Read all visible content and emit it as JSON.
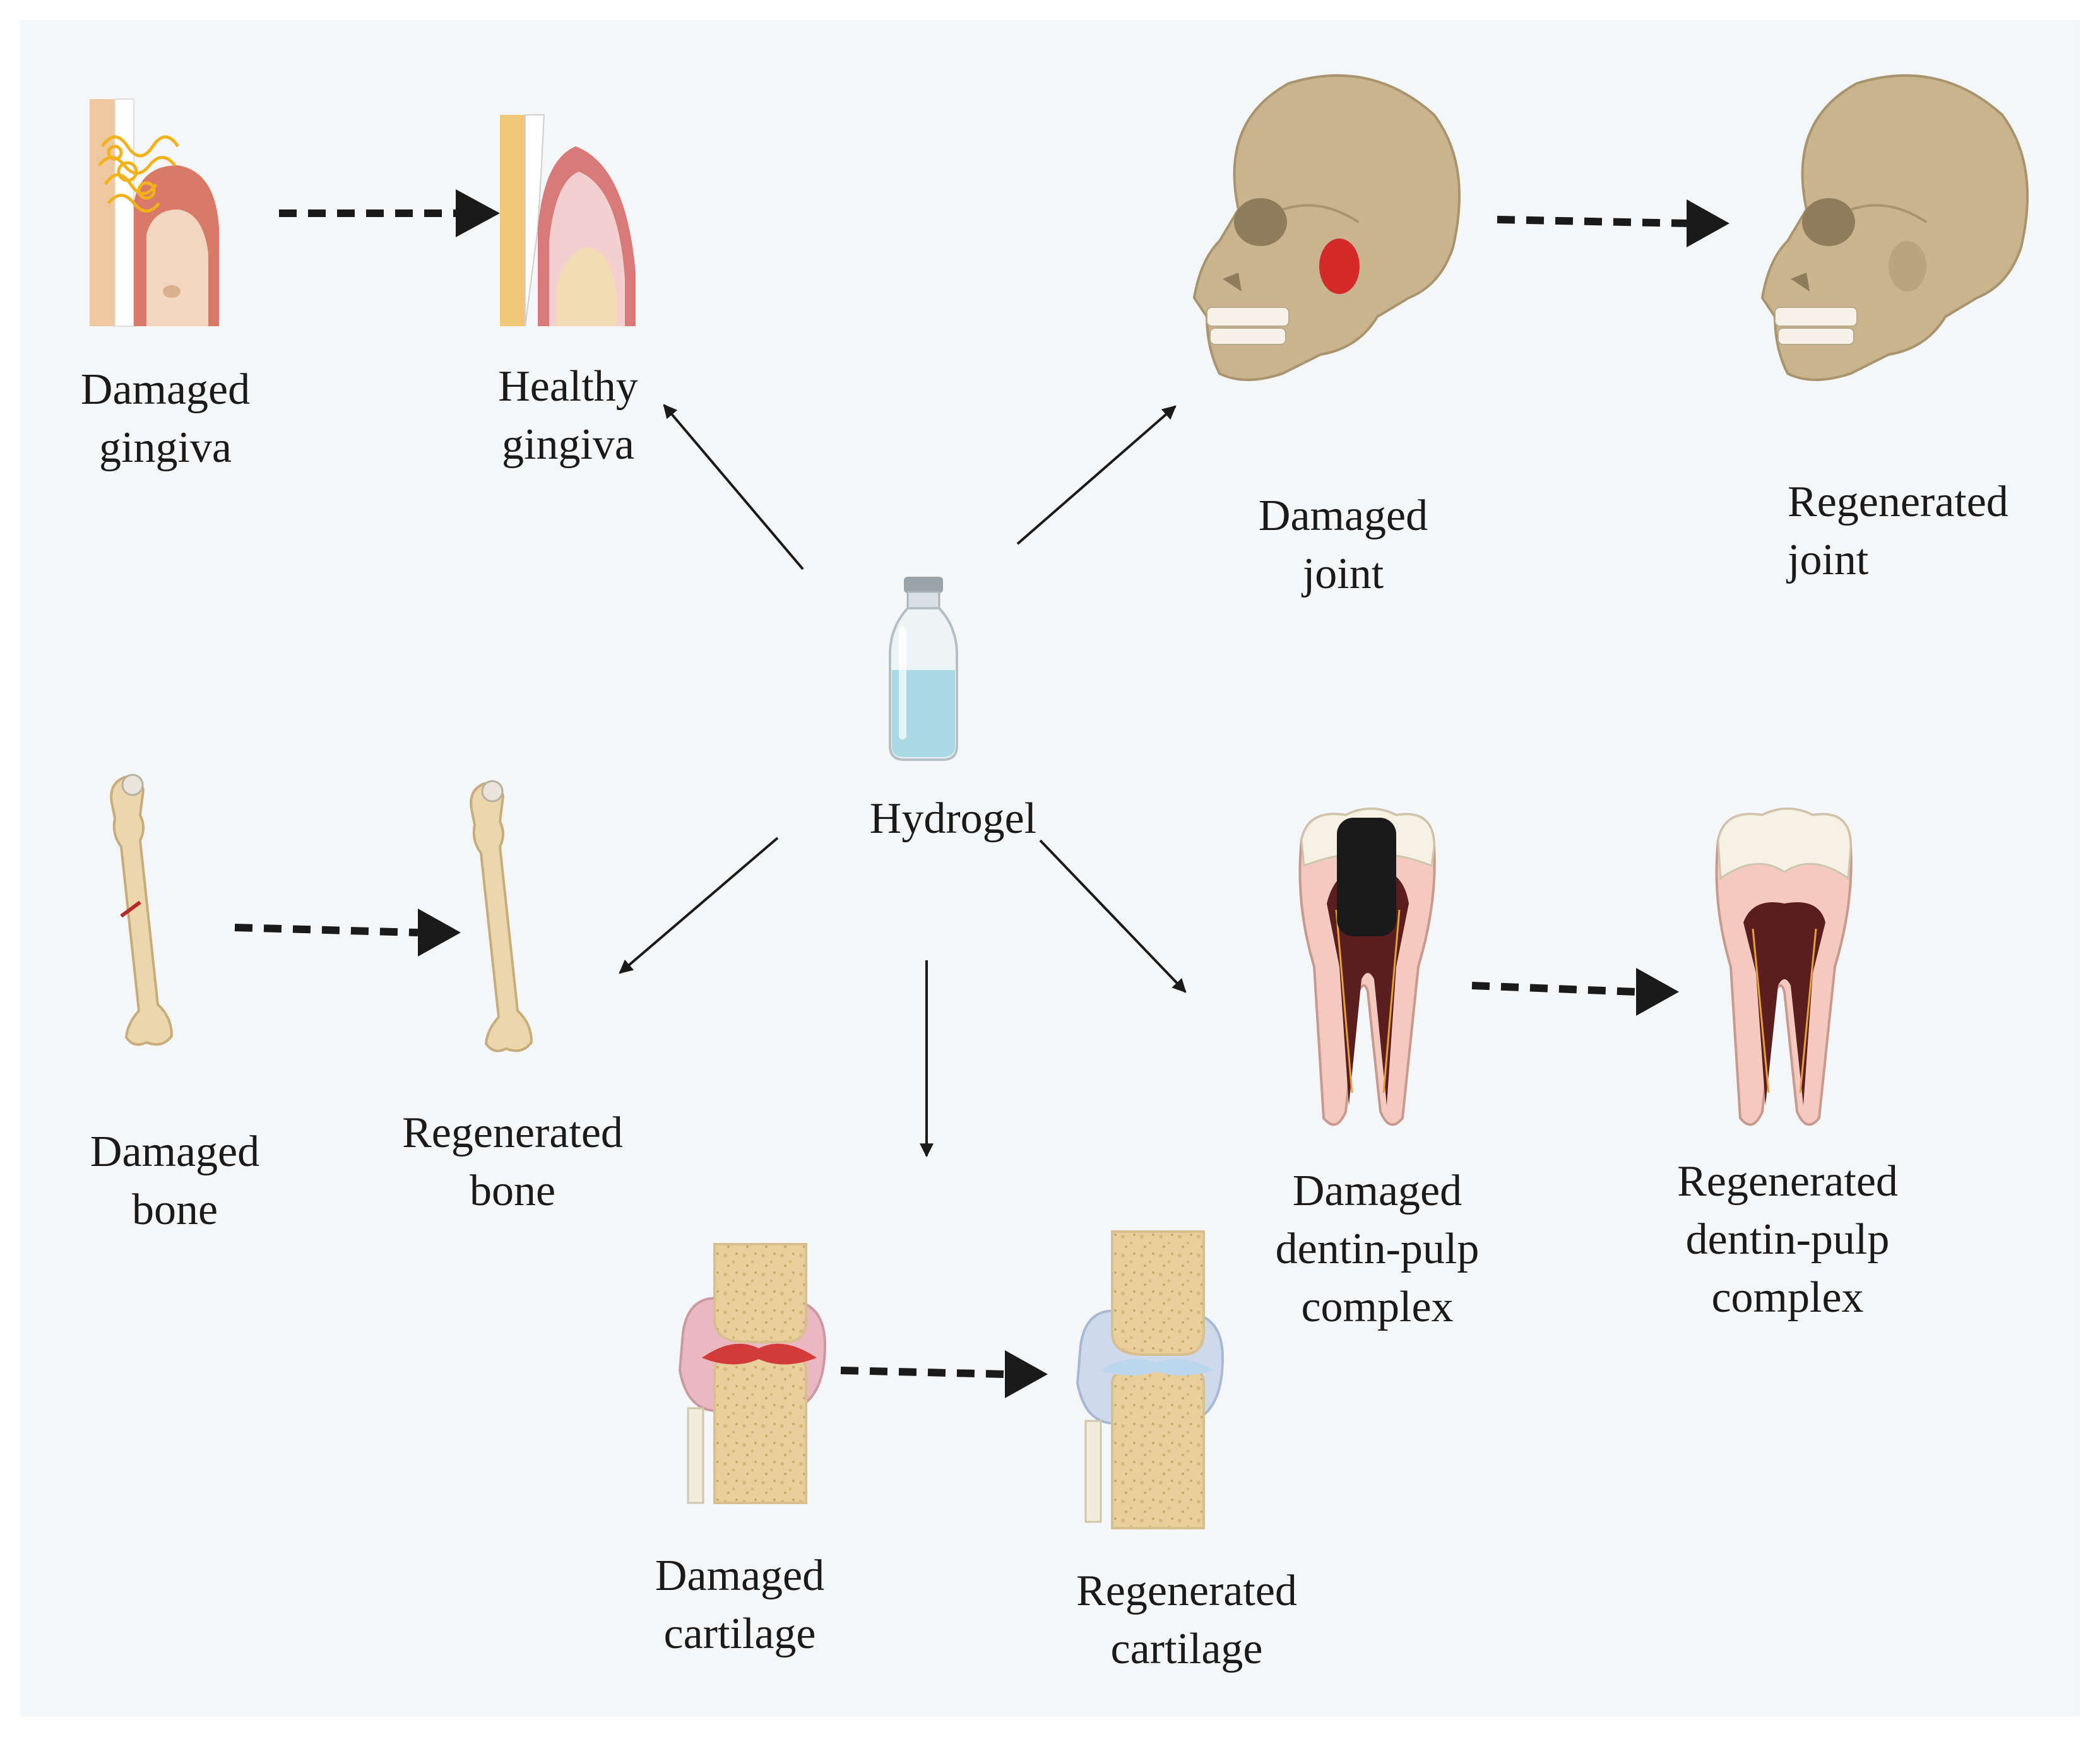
{
  "center": {
    "label": "Hydrogel",
    "icon": "hydrogel-vial-icon"
  },
  "pairs": [
    {
      "id": "gingiva",
      "damaged": {
        "line1": "Damaged",
        "line2": "gingiva",
        "icon": "damaged-gingiva-icon"
      },
      "healed": {
        "line1": "Healthy",
        "line2": "gingiva",
        "icon": "healthy-gingiva-icon"
      }
    },
    {
      "id": "joint",
      "damaged": {
        "line1": "Damaged",
        "line2": "joint",
        "icon": "damaged-skull-joint-icon"
      },
      "healed": {
        "line1": "Regenerated",
        "line2": "joint",
        "icon": "regenerated-skull-joint-icon"
      }
    },
    {
      "id": "bone",
      "damaged": {
        "line1": "Damaged",
        "line2": "bone",
        "icon": "damaged-femur-icon"
      },
      "healed": {
        "line1": "Regenerated",
        "line2": "bone",
        "icon": "regenerated-femur-icon"
      }
    },
    {
      "id": "cartilage",
      "damaged": {
        "line1": "Damaged",
        "line2": "cartilage",
        "icon": "damaged-knee-icon"
      },
      "healed": {
        "line1": "Regenerated",
        "line2": "cartilage",
        "icon": "regenerated-knee-icon"
      }
    },
    {
      "id": "dentin-pulp",
      "damaged": {
        "line1": "Damaged",
        "line2": "dentin-pulp",
        "line3": "complex",
        "icon": "damaged-tooth-icon"
      },
      "healed": {
        "line1": "Regenerated",
        "line2": "dentin-pulp",
        "line3": "complex",
        "icon": "regenerated-tooth-icon"
      }
    }
  ],
  "colors": {
    "background": "#f4f6f8",
    "bone": "#ecd6ad",
    "skull": "#c9b48f",
    "damage": "#d42a2a",
    "gum": "#e8a0a0",
    "arrow": "#1a1a1a",
    "hydrogel_liquid": "#a9d9e4"
  }
}
